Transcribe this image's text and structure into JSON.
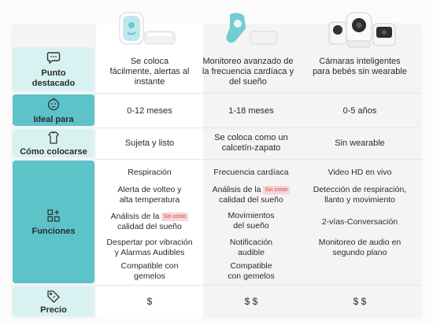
{
  "rows": {
    "highlight": {
      "label": "Punto destacado"
    },
    "age": {
      "label": "Ideal para"
    },
    "wear": {
      "label": "Cómo colocarse"
    },
    "functions": {
      "label": "Funciones"
    },
    "price": {
      "label": "Precio"
    }
  },
  "products": [
    {
      "highlight": "Se coloca fácilmente, alertas al instante",
      "age": "0-12 meses",
      "wear": "Sujeta y listo",
      "functions": [
        {
          "text": "Respiración"
        },
        {
          "text": "Alerta de volteo y alta temperatura"
        },
        {
          "text": "Análisis de la",
          "badge": "Sin costo",
          "text2": "calidad del sueño"
        },
        {
          "text": "Despertar por vibración y Alarmas Audibles"
        },
        {
          "text": "Compatible con gemelos"
        }
      ],
      "price": "$"
    },
    {
      "highlight": "Monitoreo avanzado de la frecuencia cardíaca y del sueño",
      "age": "1-18 meses",
      "wear": "Se coloca como un calcetín-zapato",
      "functions": [
        {
          "text": "Frecuencia cardíaca"
        },
        {
          "text": "Análisis de la",
          "badge": "Sin costo",
          "text2": "calidad del sueño"
        },
        {
          "text": "Movimientos del sueño"
        },
        {
          "text": "Notificación audible"
        },
        {
          "text": "Compatible con gemelos"
        }
      ],
      "price": "$ $"
    },
    {
      "highlight": "Cámaras inteligentes para bebés sin wearable",
      "age": "0-5 años",
      "wear": "Sin wearable",
      "functions": [
        {
          "text": "Video HD en vivo"
        },
        {
          "text": "Detección de respiración, llanto y movimiento"
        },
        {
          "text": "2-vías-Conversación"
        },
        {
          "text": "Monitoreo de audio en segundo plano"
        }
      ],
      "price": "$ $"
    }
  ],
  "icons": {
    "highlight": "chat-bubble-icon",
    "age": "baby-face-icon",
    "wear": "onesie-icon",
    "functions": "grid-plus-icon",
    "price": "price-tag-icon"
  },
  "colors": {
    "accent": "#5cc3c9",
    "accent_light": "#d8f1f1",
    "badge_bg": "#f8d6d6",
    "badge_text": "#c24a4a"
  }
}
